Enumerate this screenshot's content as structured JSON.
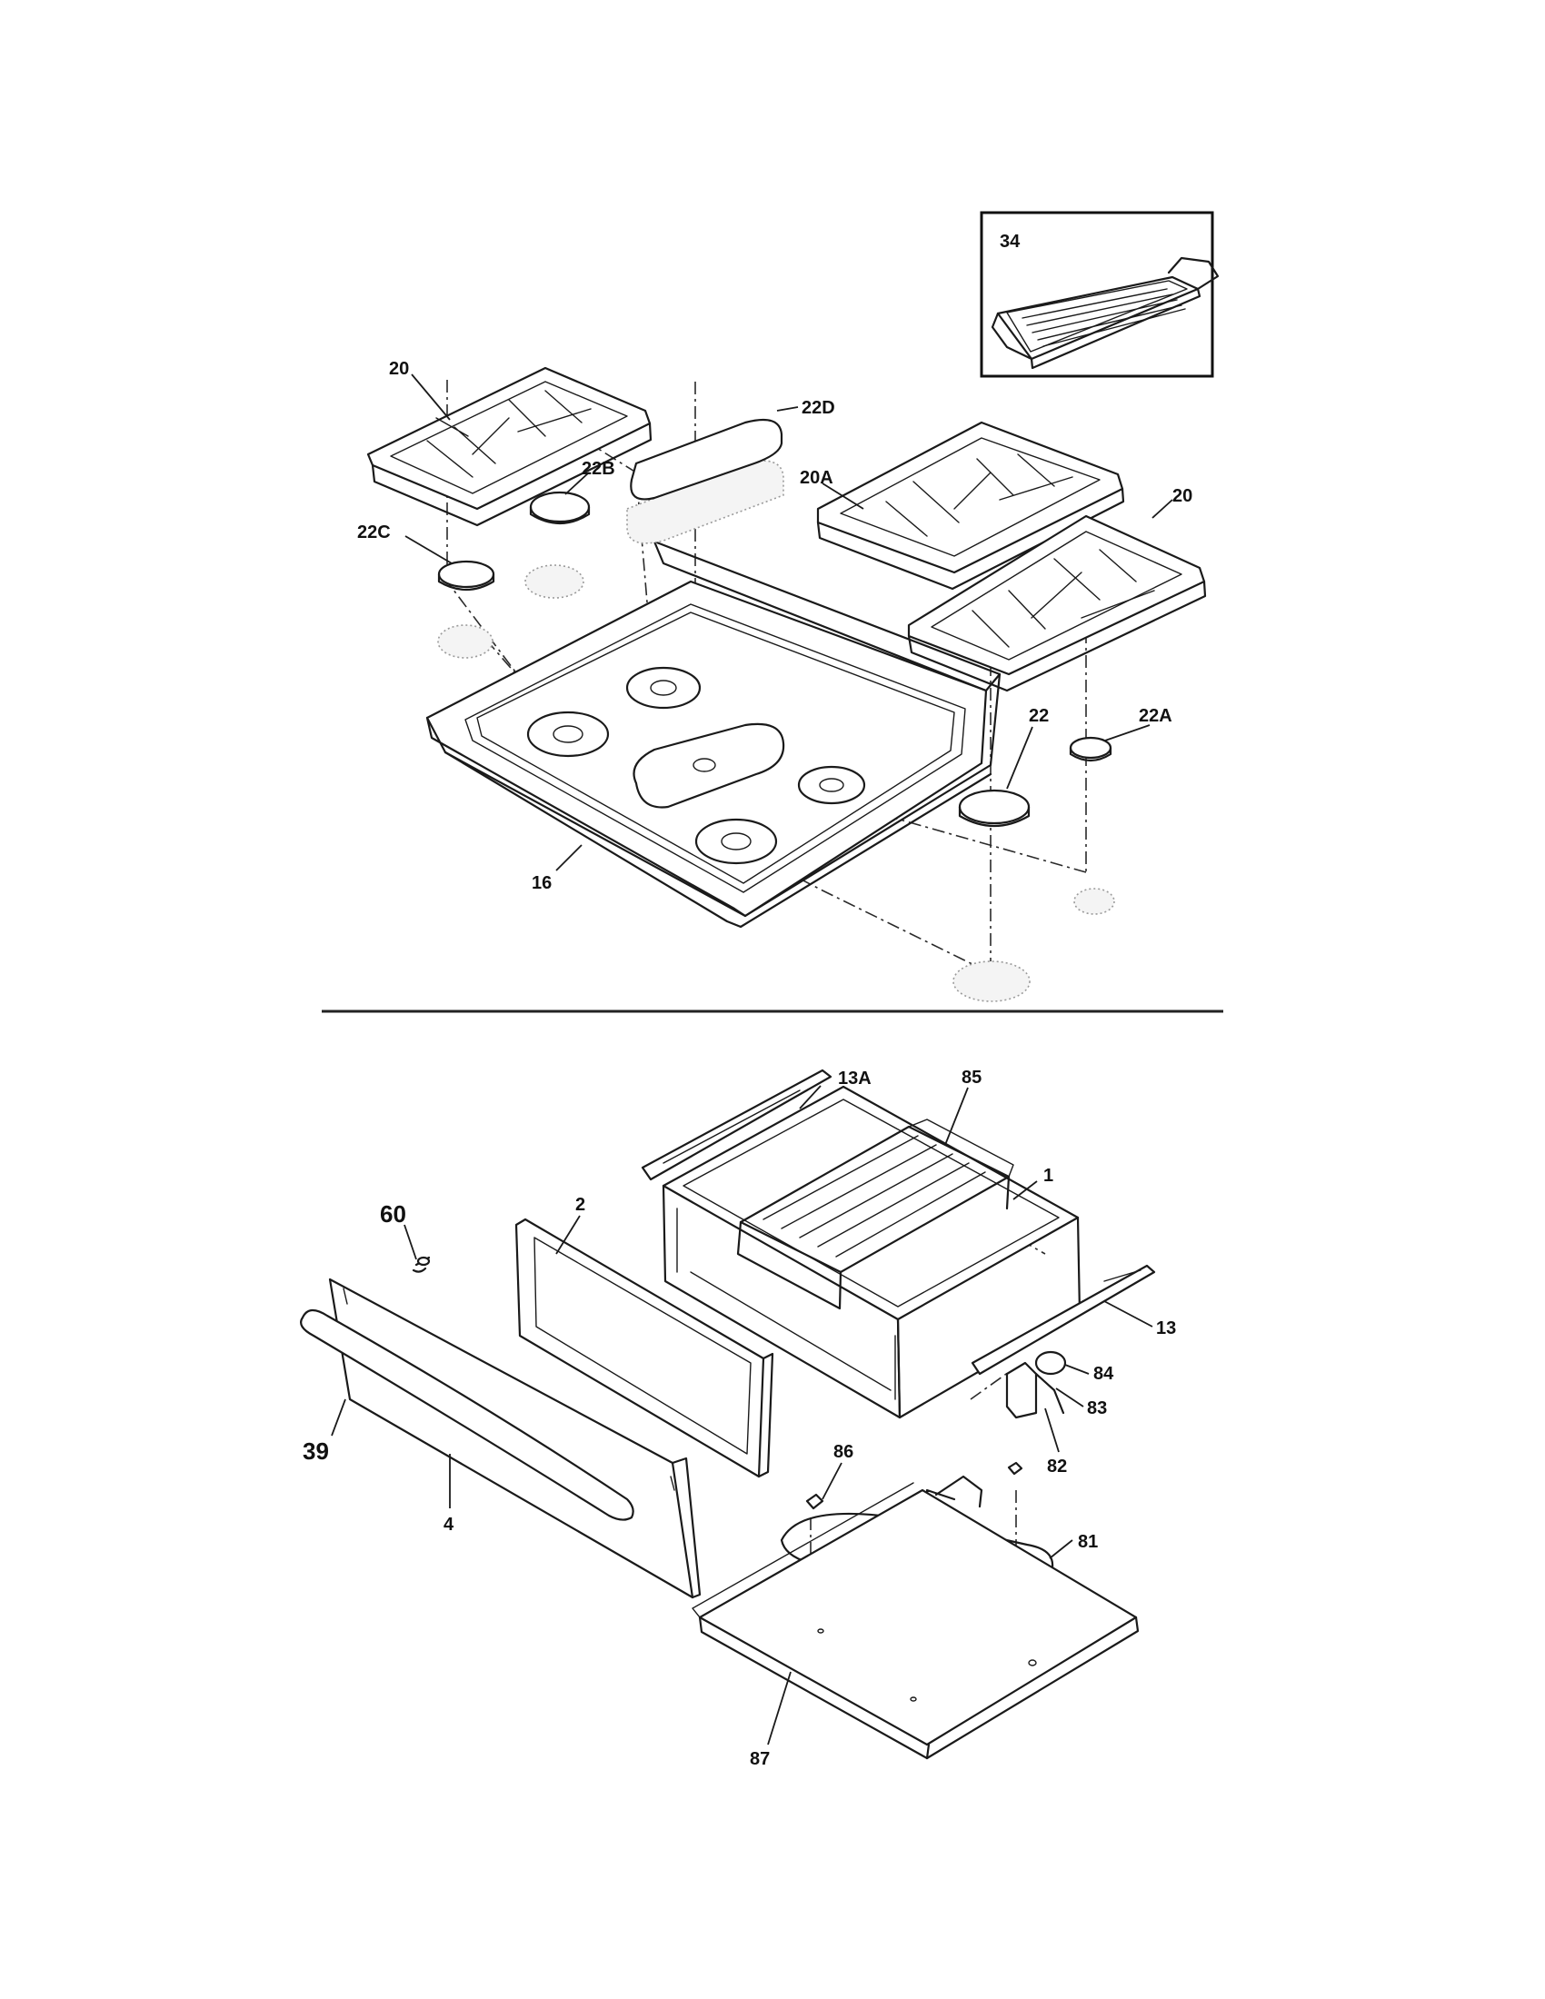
{
  "callouts": {
    "c34": "34",
    "c20_left": "20",
    "c22D": "22D",
    "c22B": "22B",
    "c20A": "20A",
    "c20_right": "20",
    "c22C": "22C",
    "c22": "22",
    "c22A": "22A",
    "c16": "16",
    "c13A": "13A",
    "c85": "85",
    "c1": "1",
    "c60": "60",
    "c2": "2",
    "c13": "13",
    "c84": "84",
    "c83": "83",
    "c82": "82",
    "c39": "39",
    "c86": "86",
    "c4": "4",
    "c81": "81",
    "c87": "87"
  }
}
